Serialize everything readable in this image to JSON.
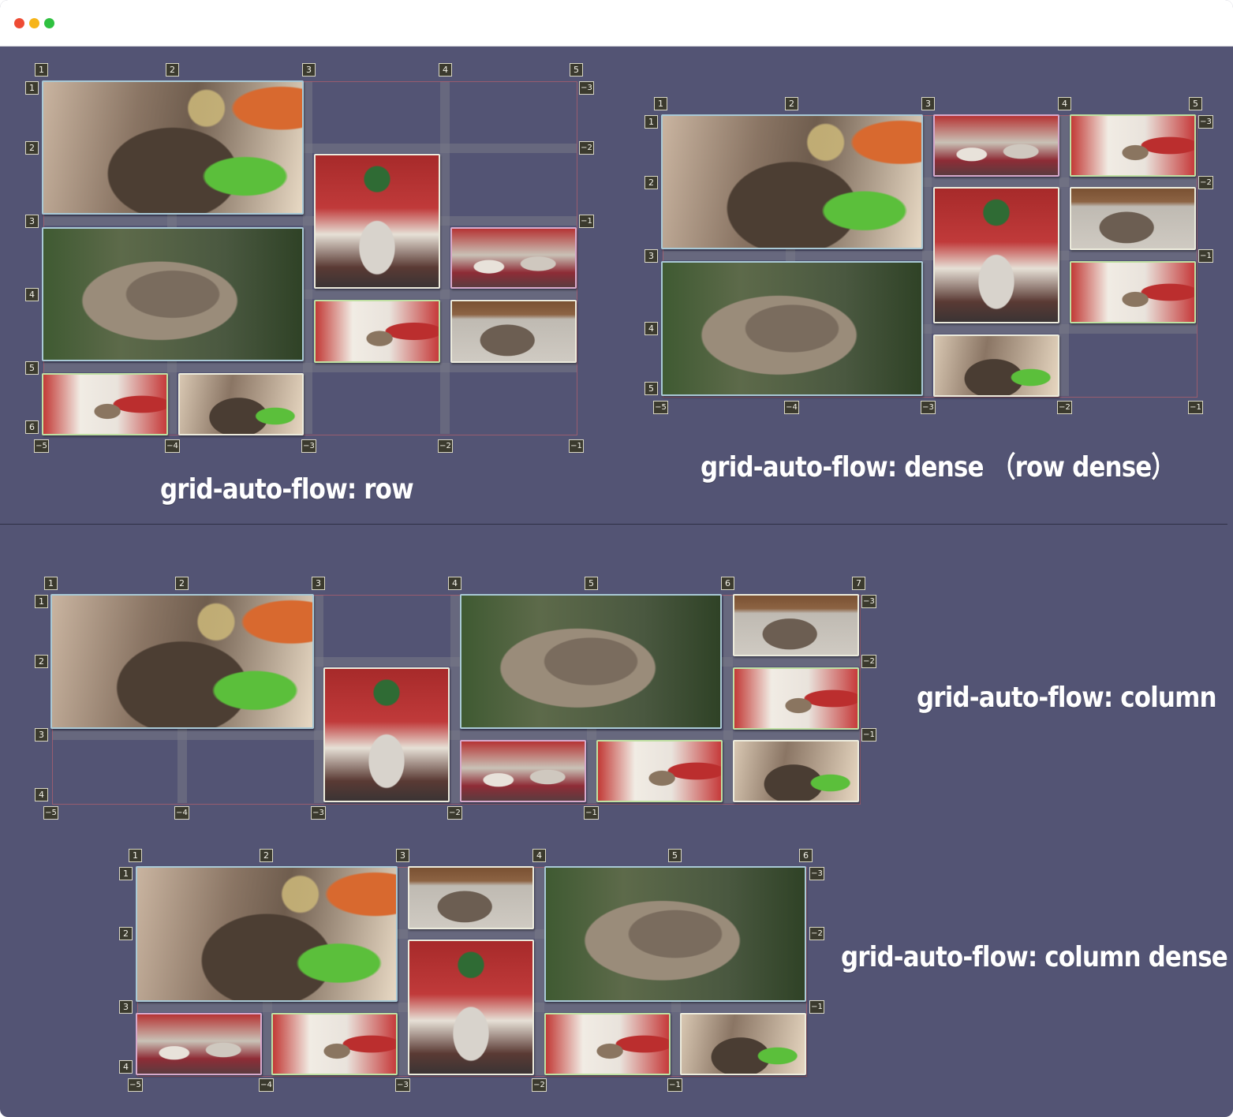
{
  "window": {
    "controls": [
      "close",
      "minimize",
      "zoom"
    ]
  },
  "demos": [
    {
      "label": "grid-auto-flow: row",
      "col_numbers": [
        "1",
        "2",
        "3",
        "4",
        "5"
      ],
      "col_neg": [
        "−5",
        "−4",
        "−3",
        "−2",
        "−1"
      ],
      "row_numbers": [
        "1",
        "2",
        "3",
        "4",
        "5",
        "6"
      ],
      "row_neg": [
        "−3",
        "−2",
        "−1"
      ]
    },
    {
      "label": "grid-auto-flow: dense （row dense）",
      "col_numbers": [
        "1",
        "2",
        "3",
        "4",
        "5"
      ],
      "col_neg": [
        "−5",
        "−4",
        "−3",
        "−2",
        "−1"
      ],
      "row_numbers": [
        "1",
        "2",
        "3",
        "4",
        "5"
      ],
      "row_neg": [
        "−3",
        "−2",
        "−1"
      ]
    },
    {
      "label": "grid-auto-flow: column",
      "col_numbers": [
        "1",
        "2",
        "3",
        "4",
        "5",
        "6",
        "7"
      ],
      "col_neg": [
        "−5",
        "−4",
        "−3",
        "−2",
        "−1"
      ],
      "row_numbers": [
        "1",
        "2",
        "3",
        "4"
      ],
      "row_neg": [
        "−3",
        "−2",
        "−1"
      ]
    },
    {
      "label": "grid-auto-flow: column dense",
      "col_numbers": [
        "1",
        "2",
        "3",
        "4",
        "5",
        "6"
      ],
      "col_neg": [
        "−5",
        "−4",
        "−3",
        "−2",
        "−1"
      ],
      "row_numbers": [
        "1",
        "2",
        "3",
        "4"
      ],
      "row_neg": [
        "−3",
        "−2",
        "−1"
      ]
    }
  ],
  "colors": {
    "background": "#535474",
    "titlebar": "#ffffff",
    "label": "#ffffff"
  }
}
